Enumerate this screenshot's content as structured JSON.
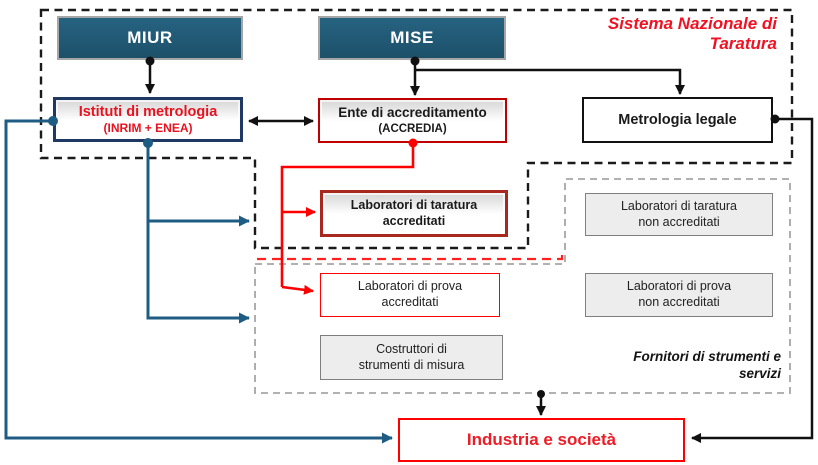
{
  "title": {
    "line1": "Sistema Nazionale di",
    "line2": "Taratura"
  },
  "nodes": {
    "miur": {
      "label": "MIUR"
    },
    "mise": {
      "label": "MISE"
    },
    "istituti": {
      "line1": "Istituti di metrologia",
      "line2": "(INRIM + ENEA)"
    },
    "ente": {
      "line1": "Ente di accreditamento",
      "line2": "(ACCREDIA)"
    },
    "metrologia_legale": {
      "label": "Metrologia legale"
    },
    "lab_taratura_acc": {
      "line1": "Laboratori di taratura",
      "line2": "accreditati"
    },
    "lab_taratura_non_acc": {
      "line1": "Laboratori di taratura",
      "line2": "non accreditati"
    },
    "lab_prova_acc": {
      "line1": "Laboratori di prova",
      "line2": "accreditati"
    },
    "lab_prova_non_acc": {
      "line1": "Laboratori di prova",
      "line2": "non accreditati"
    },
    "costruttori": {
      "line1": "Costruttori di",
      "line2": "strumenti di misura"
    },
    "industria": {
      "label": "Industria e società"
    }
  },
  "annotations": {
    "fornitori": {
      "line1": "Fornitori di strumenti e",
      "line2": "servizi"
    }
  },
  "colors": {
    "ministry_fill": "#1d5069",
    "ministry_border": "#a6a6a6",
    "navy_border": "#1f3864",
    "dark_red_border": "#c00000",
    "maroon_border": "#a8281e",
    "bright_red": "#ff0000",
    "red_text": "#e8121f",
    "title_red": "#f01222",
    "blue_line": "#1f5c83",
    "black_line": "#111111",
    "gray_fill": "#ededed",
    "gray_border": "#7f7f7f",
    "gray_dash": "#a6a6a6"
  }
}
